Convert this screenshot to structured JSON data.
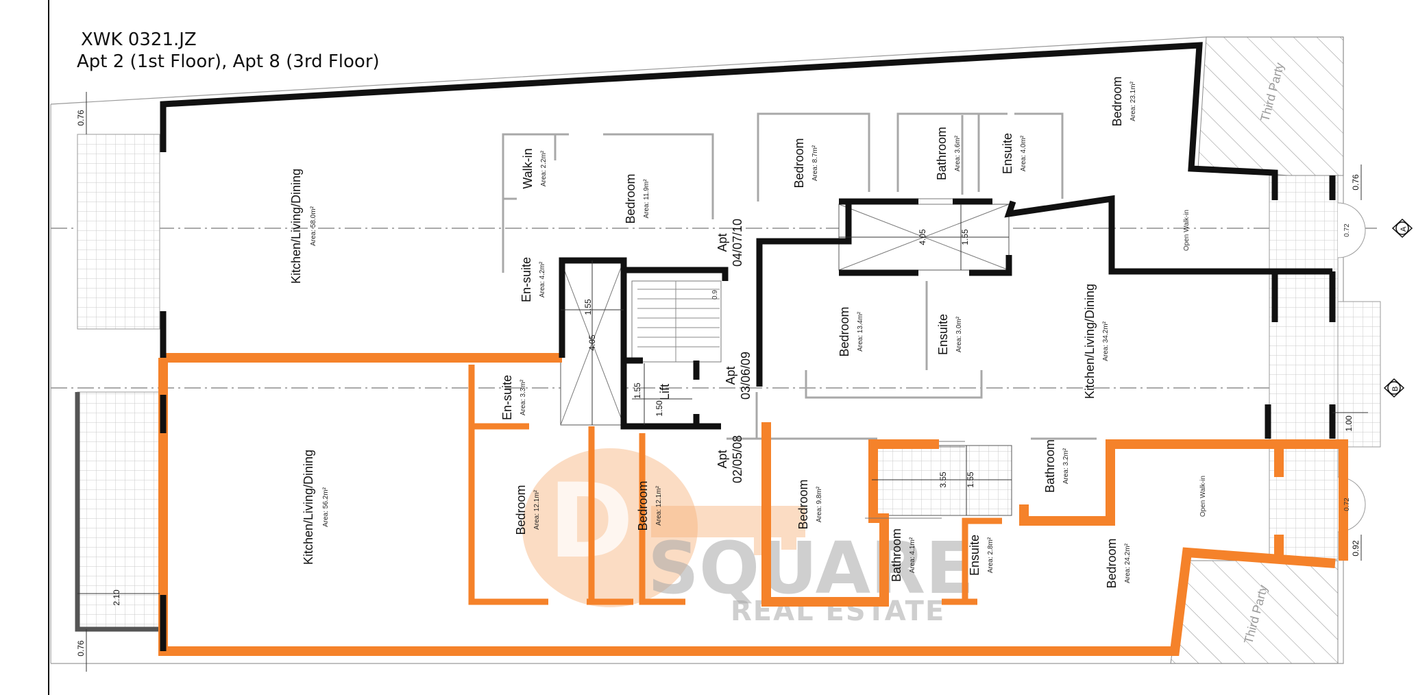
{
  "title": {
    "ref": "XWK 0321.JZ",
    "apartments": "Apt 2 (1st Floor), Apt 8 (3rd Floor)"
  },
  "rooms": {
    "kld_upper": {
      "name": "Kitchen/Living/Dining",
      "area": "Area: 58.0m²"
    },
    "kld_lower": {
      "name": "Kitchen/Living/Dining",
      "area": "Area: 56.2m²"
    },
    "walkin": {
      "name": "Walk-in",
      "area": "Area: 2.2m²"
    },
    "bed_11_9": {
      "name": "Bedroom",
      "area": "Area: 11.9m²"
    },
    "ensuite_4_2": {
      "name": "En-suite",
      "area": "Area: 4.2m²"
    },
    "ensuite_3_3": {
      "name": "En-suite",
      "area": "Area: 3.3m²"
    },
    "bed_12_1_a": {
      "name": "Bedroom",
      "area": "Area: 12.1m²"
    },
    "bed_12_1_b": {
      "name": "Bedroom",
      "area": "Area: 12.1m²"
    },
    "bed_8_7": {
      "name": "Bedroom",
      "area": "Area: 8.7m²"
    },
    "bath_3_6": {
      "name": "Bathroom",
      "area": "Area: 3.6m²"
    },
    "ensuite_4_0": {
      "name": "Ensuite",
      "area": "Area: 4.0m²"
    },
    "bed_23_1": {
      "name": "Bedroom",
      "area": "Area: 23.1m²"
    },
    "bed_13_4": {
      "name": "Bedroom",
      "area": "Area: 13.4m²"
    },
    "ensuite_3_0": {
      "name": "Ensuite",
      "area": "Area: 3.0m²"
    },
    "kld_right": {
      "name": "Kitchen/Living/Dining",
      "area": "Area: 34.2m²"
    },
    "bed_9_8": {
      "name": "Bedroom",
      "area": "Area: 9.8m²"
    },
    "bath_4_1": {
      "name": "Bathroom",
      "area": "Area: 4.1m²"
    },
    "ensuite_2_8": {
      "name": "Ensuite",
      "area": "Area: 2.8m²"
    },
    "bath_3_2": {
      "name": "Bathroom",
      "area": "Area: 3.2m²"
    },
    "bed_24_2": {
      "name": "Bedroom",
      "area": "Area: 24.2m²"
    }
  },
  "labels": {
    "lift": "Lift",
    "open_walkin_upper": "Open Walk-in",
    "open_walkin_lower": "Open Walk-in",
    "apt_04_07_10": "04/07/10",
    "apt_03_06_09": "03/06/09",
    "apt_02_05_08": "02/05/08",
    "apt_word": "Apt",
    "third_party": "Third Party"
  },
  "dimensions": {
    "d_0_76_top": "0.76",
    "d_0_76_right": "0.76",
    "d_0_76_bottom": "0.76",
    "d_2_10": "2.10",
    "d_4_05_left": "4.05",
    "d_1_55_left": "1.55",
    "d_1_55_lift": "1.55",
    "d_1_50_lift": "1.50",
    "d_0_9": "0.9",
    "d_4_05_mid": "4.05",
    "d_1_55_mid": "1.55",
    "d_3_55": "3.55",
    "d_1_55_low": "1.55",
    "d_0_72_a": "0.72",
    "d_0_72_b": "0.72",
    "d_1_00": "1.00",
    "d_0_92": "0.92"
  },
  "grid_axes": {
    "a": "A",
    "b": "B"
  },
  "watermark": {
    "brand": "SQUARE",
    "tagline": "REAL ESTATE",
    "letter": "D"
  },
  "colors": {
    "orange_apartment": "#f5822a",
    "walls_black": "#111111",
    "thin_lines": "#9a9a9a",
    "hatch": "#8a8a8a",
    "tile_grid": "#c8c8c8",
    "watermark_orange": "#f7b27a"
  }
}
